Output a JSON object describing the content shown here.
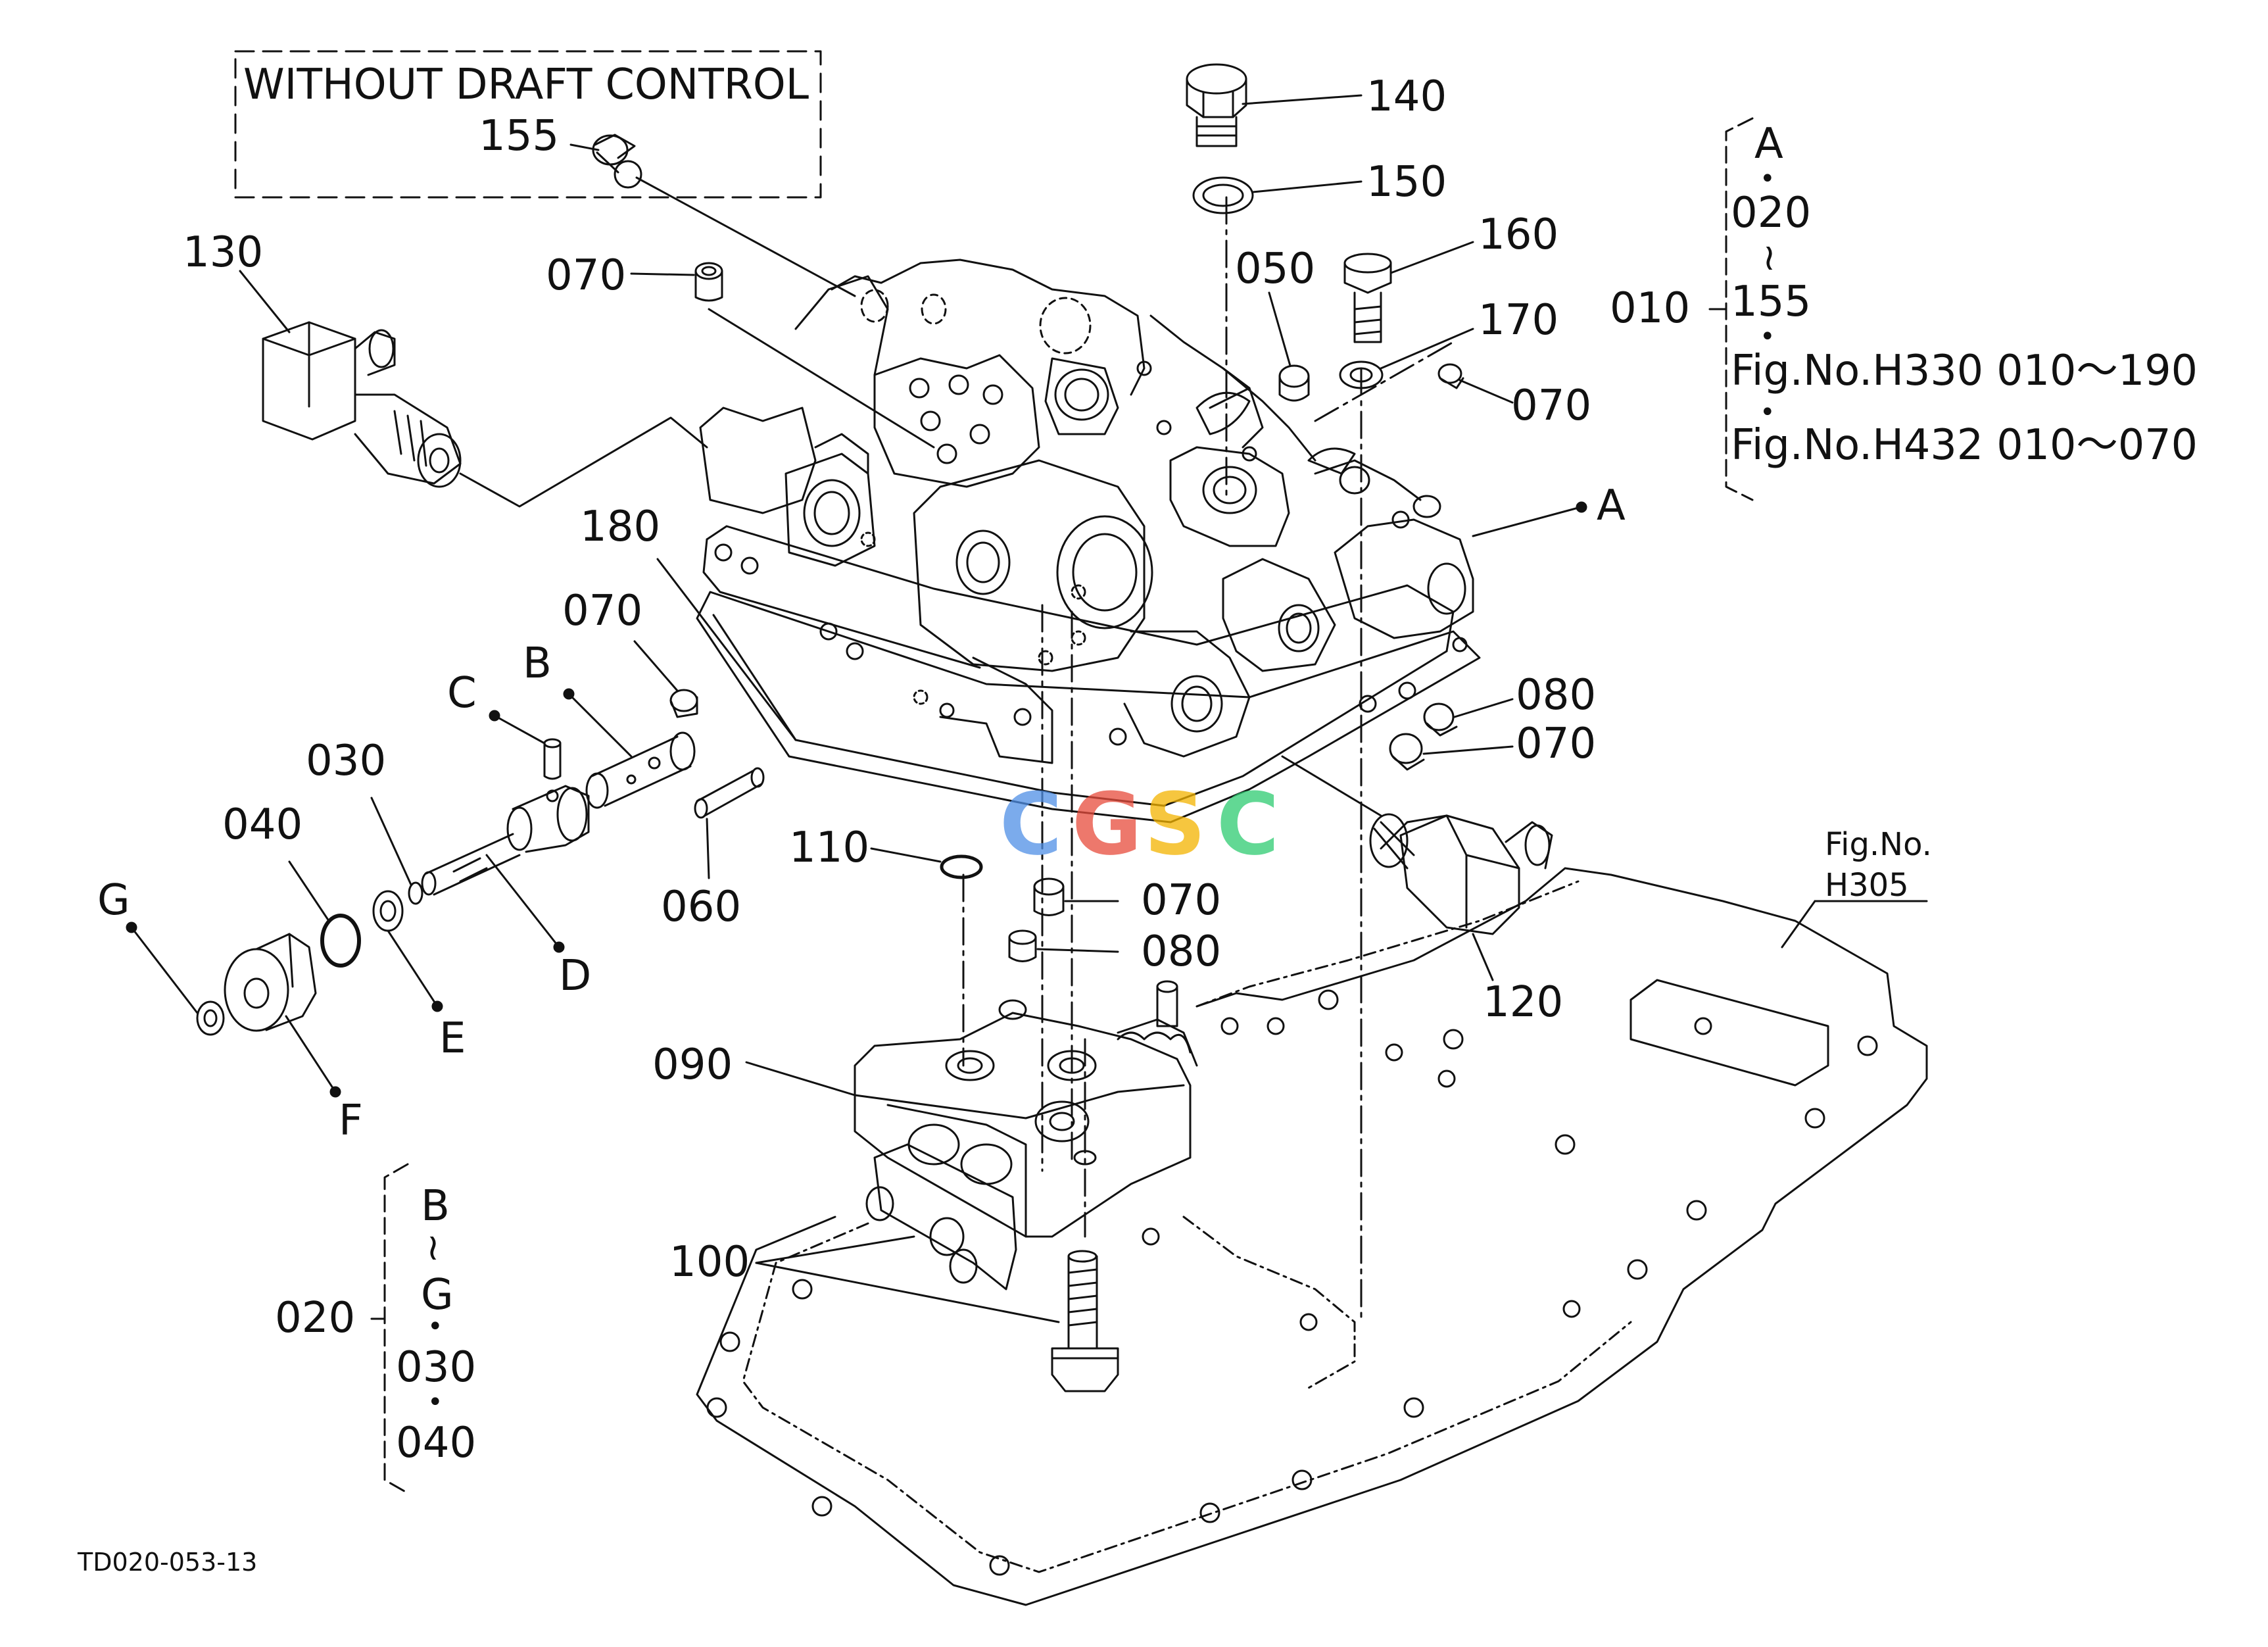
{
  "inset": {
    "title": "WITHOUT DRAFT CONTROL",
    "part": "155"
  },
  "labels": {
    "p130": "130",
    "p070a": "070",
    "p140": "140",
    "p150": "150",
    "p160": "160",
    "p050": "050",
    "p170": "170",
    "p070b": "070",
    "pA": "A",
    "p180": "180",
    "p070c": "070",
    "pC": "C",
    "pB": "B",
    "p030": "030",
    "p040": "040",
    "pG": "G",
    "pD": "D",
    "pE": "E",
    "pF": "F",
    "p060": "060",
    "p110": "110",
    "p070d": "070",
    "p080a": "080",
    "p070e": "070",
    "p080b": "080",
    "p120": "120",
    "p090": "090",
    "p100": "100",
    "p020": "020",
    "p010": "010"
  },
  "brace010": {
    "lines": [
      "A",
      "020",
      "155",
      "Fig.No.H330  010～190",
      "Fig.No.H432  010～070"
    ],
    "dots": [
      "•",
      "•",
      "•"
    ],
    "tilde": "≀"
  },
  "brace020": {
    "lines": [
      "B",
      "G",
      "030",
      "040"
    ],
    "dots": [
      "•",
      "•"
    ],
    "tilde": "≀"
  },
  "figref": {
    "line1": "Fig.No.",
    "line2": "H305"
  },
  "drawing_id": "TD020-053-13",
  "watermark": {
    "letters": [
      "C",
      "G",
      "S",
      "C"
    ],
    "colors": [
      "#4f8fe6",
      "#e74c3c",
      "#f4b400",
      "#2ecc71"
    ]
  }
}
